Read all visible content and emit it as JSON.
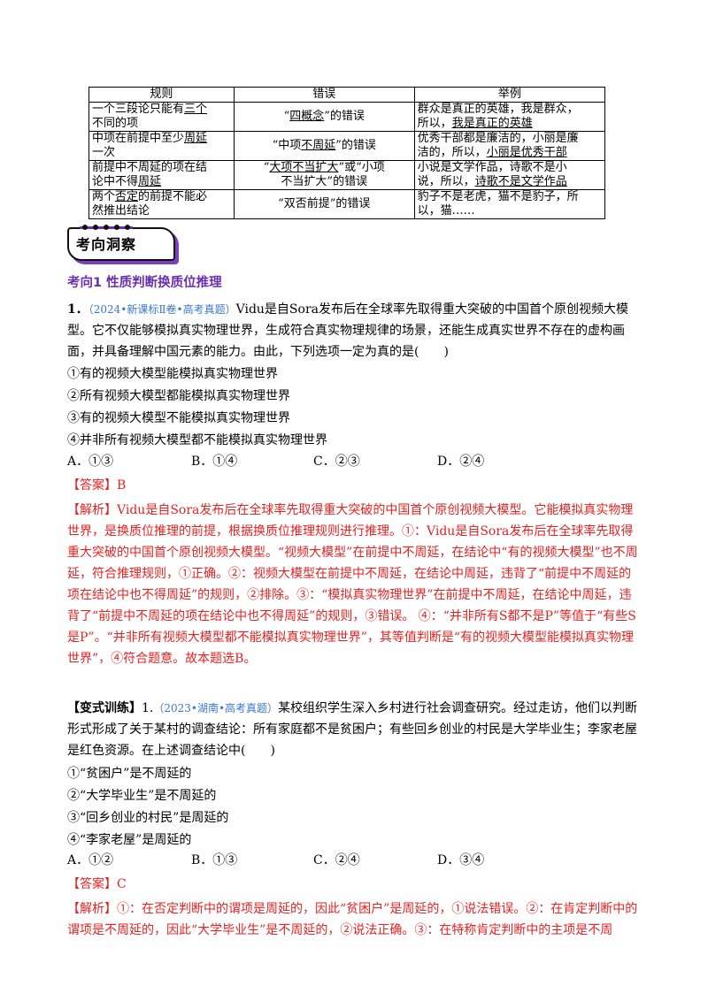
{
  "table": {
    "headers": [
      "规则",
      "错误",
      "举例"
    ],
    "rows": [
      {
        "rule_a": "一个三段论只能有",
        "rule_u": "三个",
        "rule_b": "不同的项",
        "error": "“四概念”的错误",
        "error_u": "四概念",
        "example_a": "群众是真正的英雄，我是群众，所以，",
        "example_u": "我是真正的英雄",
        "example_b": ""
      },
      {
        "rule_a": "中项在前提中至少",
        "rule_u": "周延",
        "rule_b": "一次",
        "error": "“中项不周延”的错误",
        "error_u": "不周延",
        "example_a": "优秀干部都是廉洁的，小丽是廉洁的，所以，",
        "example_u": "小丽是优秀干部",
        "example_b": ""
      },
      {
        "rule_a": "前提中不周延的项在结论中不得",
        "rule_u": "周延",
        "rule_b": "",
        "error": "“大项不当扩大”或“小项不当扩大”的错误",
        "error_u": "大项不当扩大",
        "example_a": "小说是文学作品，诗歌不是小说，所以，",
        "example_u": "诗歌不是文学作品",
        "example_b": ""
      },
      {
        "rule_a": "两个",
        "rule_u": "否定",
        "rule_b": "的前提不能必然推出结论",
        "error": "“双否前提”的错误",
        "error_u": "",
        "example_a": "豹子不是老虎，猫不是豹子，所以，猫……",
        "example_u": "",
        "example_b": ""
      }
    ]
  },
  "badge": {
    "label": "考向洞察"
  },
  "section": {
    "title": "考向1 性质判断换质位推理"
  },
  "q1": {
    "number": "1．",
    "source": "（2024•新课标Ⅱ卷•高考真题）",
    "stem": "Vidu是自Sora发布后在全球率先取得重大突破的中国首个原创视频大模型。它不仅能够模拟真实物理世界，生成符合真实物理规律的场景，还能生成真实世界不存在的虚构画面，并具备理解中国元素的能力。由此，下列选项一定为真的是(　　)",
    "items": [
      "①有的视频大模型能模拟真实物理世界",
      "②所有视频大模型都能模拟真实物理世界",
      "③有的视频大模型不能模拟真实物理世界",
      "④并非所有视频大模型都不能模拟真实物理世界"
    ],
    "options": [
      "A．①③",
      "B．①④",
      "C．②③",
      "D．②④"
    ],
    "answer_label": "【答案】",
    "answer": "B",
    "analysis_label": "【解析】",
    "analysis": "Vidu是自Sora发布后在全球率先取得重大突破的中国首个原创视频大模型。它能模拟真实物理世界，是换质位推理的前提，根据换质位推理规则进行推理。①：Vidu是自Sora发布后在全球率先取得重大突破的中国首个原创视频大模型。“视频大模型”在前提中不周延，在结论中“有的视频大模型”也不周延，符合推理规则，①正确。②：视频大模型在前提中不周延，在结论中周延，违背了“前提中不周延的项在结论中也不得周延”的规则，②排除。③：“模拟真实物理世界”在前提中不周延，在结论中周延，违背了“前提中不周延的项在结论中也不得周延”的规则，③错误。 ④：“并非所有S都不是P”等值于“有些S是P”。“并非所有视频大模型都不能模拟真实物理世界”，其等值判断是“有的视频大模型能模拟真实物理世界”，④符合题意。故本题选B。"
  },
  "q2": {
    "label": "【变式训练】",
    "number": "1.",
    "source": "（2023•湖南•高考真题）",
    "stem": "某校组织学生深入乡村进行社会调查研究。经过走访，他们以判断形式形成了关于某村的调查结论：所有家庭都不是贫困户；有些回乡创业的村民是大学毕业生；李家老屋是红色资源。在上述调查结论中(　　)",
    "items": [
      "①“贫困户”是不周延的",
      "②“大学毕业生”是不周延的",
      "③“回乡创业的村民”是周延的",
      "④“李家老屋”是周延的"
    ],
    "options": [
      "A．①②",
      "B．①③",
      "C．②④",
      "D．③④"
    ],
    "answer_label": "【答案】",
    "answer": "C",
    "analysis_label": "【解析】",
    "analysis": "①：在否定判断中的谓项是周延的，因此“贫困户”是周延的，①说法错误。②：在肯定判断中的谓项是不周延的，因此“大学毕业生”是不周延的，②说法正确。③：在特称肯定判断中的主项是不周"
  },
  "colors": {
    "accent_purple": "#6a2fb0",
    "answer_red": "#e52222",
    "source_blue": "#3a78d6"
  }
}
